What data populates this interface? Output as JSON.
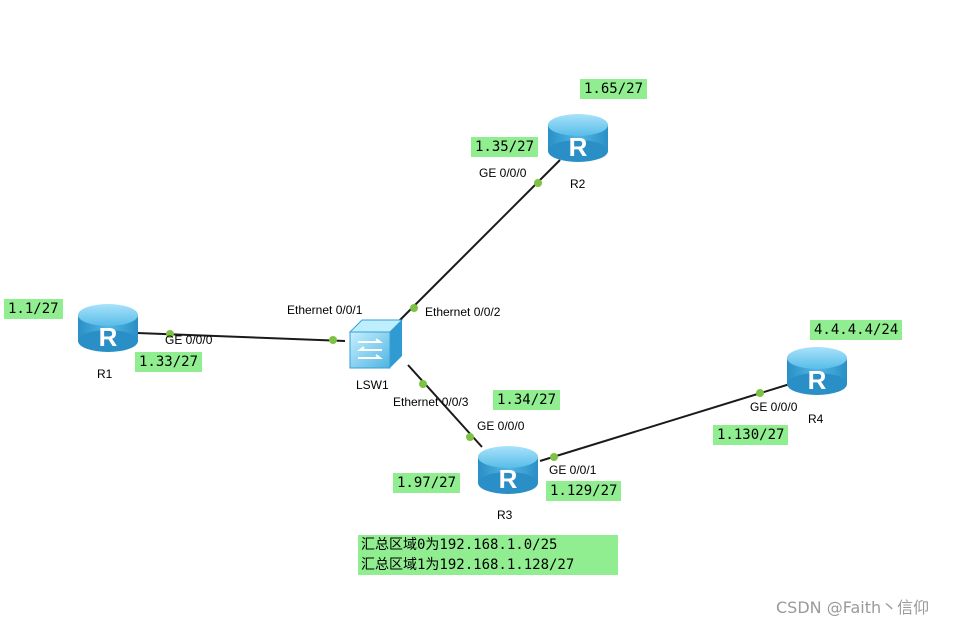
{
  "devices": {
    "r1": "R1",
    "r2": "R2",
    "r3": "R3",
    "r4": "R4",
    "lsw1": "LSW1",
    "router_glyph": "R"
  },
  "ports": {
    "r1_ge000": "GE 0/0/0",
    "r2_ge000": "GE 0/0/0",
    "r3_ge000": "GE 0/0/0",
    "r3_ge001": "GE 0/0/1",
    "r4_ge000": "GE 0/0/0",
    "lsw1_eth001": "Ethernet 0/0/1",
    "lsw1_eth002": "Ethernet 0/0/2",
    "lsw1_eth003": "Ethernet 0/0/3"
  },
  "addresses": {
    "r1_loopback": "1.1/27",
    "r1_ge000": "1.33/27",
    "r2_loopback": "1.65/27",
    "r2_ge000": "1.35/27",
    "r3_loopback": "1.97/27",
    "r3_ge000": "1.34/27",
    "r3_ge001": "1.129/27",
    "r4_loopback": "4.4.4.4/24",
    "r4_ge000": "1.130/27"
  },
  "note": {
    "line1": "汇总区域0为192.168.1.0/25",
    "line2": "汇总区域1为192.168.1.128/27"
  },
  "watermark": "CSDN @Faith丶信仰",
  "colors": {
    "label_bg": "#90ee90",
    "port_dot": "#7dc243",
    "link": "#1a1a1a",
    "router_body": "#3aa6dc",
    "switch_body": "#5ec3ea"
  },
  "icons": {
    "router": "router-icon",
    "switch": "switch-icon"
  }
}
